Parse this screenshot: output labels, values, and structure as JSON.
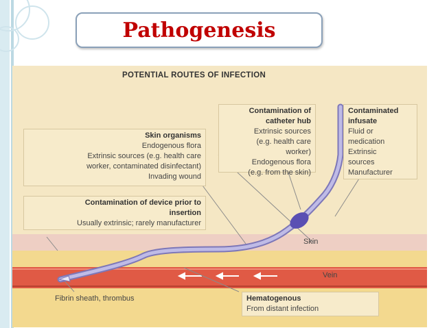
{
  "slide": {
    "title": "Pathogenesis"
  },
  "diagram": {
    "heading": "POTENTIAL ROUTES OF INFECTION",
    "skin_organisms": {
      "title": "Skin organisms",
      "lines": [
        "Endogenous flora",
        "Extrinsic sources (e.g. health care",
        "worker, contaminated disinfectant)",
        "Invading wound"
      ]
    },
    "device_contamination": {
      "title_1": "Contamination of device prior to",
      "title_2": "insertion",
      "line": "Usually extrinsic; rarely manufacturer"
    },
    "catheter_hub": {
      "title_1": "Contamination of",
      "title_2": "catheter hub",
      "lines": [
        "Extrinsic sources",
        "(e.g. health care",
        "worker)",
        "Endogenous flora",
        "(e.g. from the skin)"
      ]
    },
    "infusate": {
      "title_1": "Contaminated",
      "title_2": "infusate",
      "lines": [
        "Fluid or",
        "medication",
        "Extrinsic",
        "sources",
        "Manufacturer"
      ]
    },
    "skin_label": "Skin",
    "vein_label": "Vein",
    "fibrin_label": "Fibrin sheath, thrombus",
    "hematogenous": {
      "title": "Hematogenous",
      "line": "From distant infection"
    },
    "colors": {
      "skin": "#eecfc4",
      "tissue": "#f3d98f",
      "vein": "#e05a45",
      "catheter": "#a7a3d6",
      "hub": "#5a4fb3",
      "background": "#f5e7c4"
    }
  }
}
